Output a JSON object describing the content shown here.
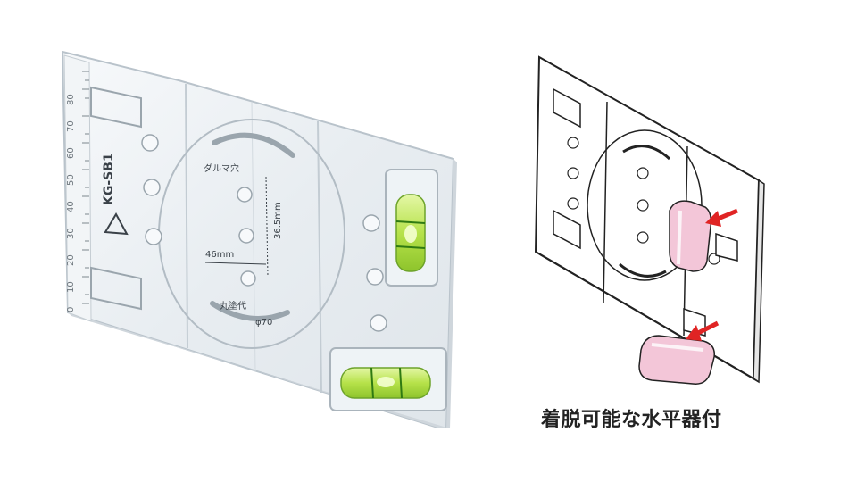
{
  "product": {
    "model": "KG-SB1",
    "labels": {
      "daruma_hole": "ダルマ穴",
      "vertical_dim": "36.5mm",
      "horizontal_dim": "46mm",
      "plaster_margin": "丸塗代",
      "diameter": "φ70"
    },
    "ruler_ticks": [
      "80",
      "70",
      "60",
      "50",
      "40",
      "30",
      "20",
      "10",
      "0"
    ]
  },
  "caption": "着脱可能な水平器付",
  "colors": {
    "acrylic": "#e9eef2",
    "acrylic_edge": "#b9c3cb",
    "level_vial": "#b6e24a",
    "level_band": "#2f7a12",
    "removable_level": "#f3c6d8",
    "arrow": "#e02424",
    "line_art": "#222222"
  }
}
